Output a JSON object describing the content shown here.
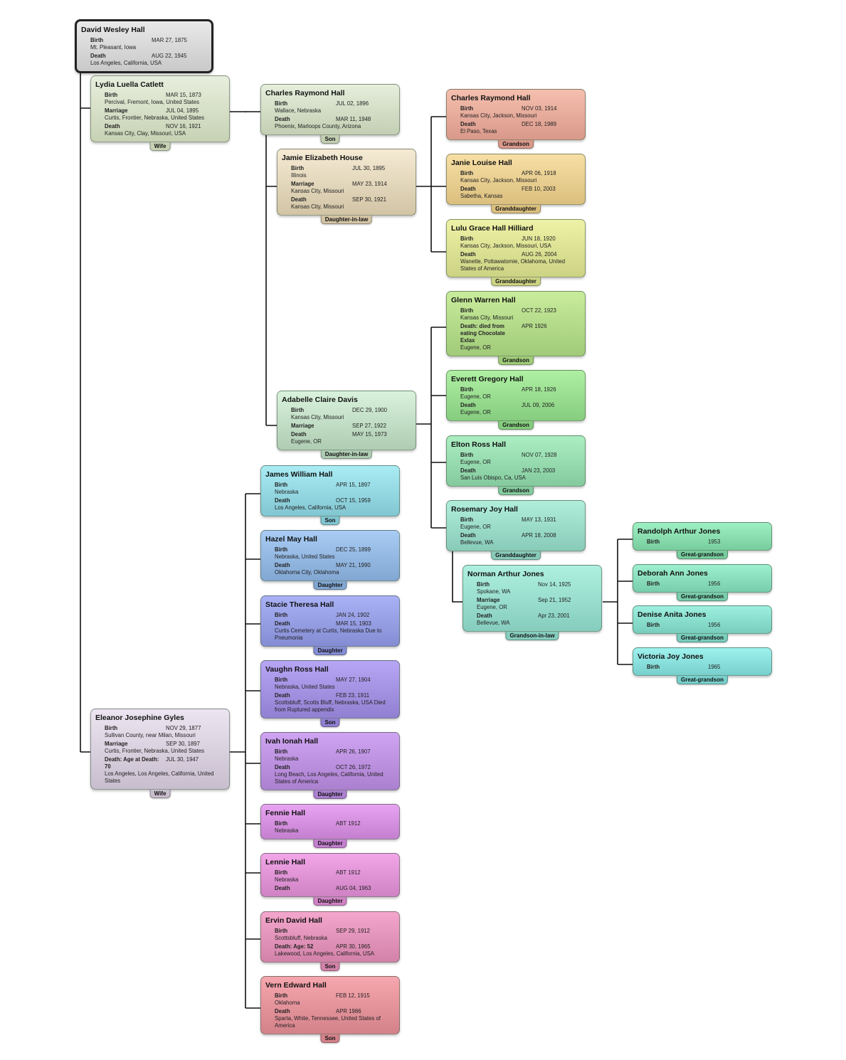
{
  "people": [
    {
      "id": "david",
      "name": "David Wesley Hall",
      "bg": "#e9e9e9",
      "bg2": "#c9c9c9",
      "root": true,
      "events": [
        {
          "label": "Birth",
          "date": "MAR 27, 1875",
          "place": "Mt. Pleasant, Iowa"
        },
        {
          "label": "Death",
          "date": "AUG 22, 1945",
          "place": "Los Angeles, California, USA"
        }
      ]
    },
    {
      "id": "lydia",
      "name": "Lydia Luella Catlett",
      "relation": "Wife",
      "bg": "#e8eedd",
      "bg2": "#c7d2b4",
      "events": [
        {
          "label": "Birth",
          "date": "MAR 15, 1873",
          "place": "Percival, Fremont, Iowa, United States"
        },
        {
          "label": "Marriage",
          "date": "JUL 04, 1895",
          "place": "Curtis, Frontier, Nebraska, United States"
        },
        {
          "label": "Death",
          "date": "NOV 16, 1921",
          "place": "Kansas City, Clay, Missouri, USA"
        }
      ]
    },
    {
      "id": "eleanor",
      "name": "Eleanor Josephine Gyles",
      "relation": "Wife",
      "bg": "#ece5f1",
      "bg2": "#c8bece",
      "events": [
        {
          "label": "Birth",
          "date": "NOV 29, 1877",
          "place": "Sullivan County, near Milan, Missouri"
        },
        {
          "label": "Marriage",
          "date": "SEP 30, 1897",
          "place": "Curtis, Frontier, Nebraska, United States"
        },
        {
          "label": "Death: Age at Death: 70",
          "date": "JUL 30, 1947",
          "place": "Los Angeles, Los Angeles, California, United States"
        }
      ]
    },
    {
      "id": "charles",
      "name": "Charles Raymond Hall",
      "relation": "Son",
      "bg": "#e6eedc",
      "bg2": "#c3cfb3",
      "events": [
        {
          "label": "Birth",
          "date": "JUL 02, 1896",
          "place": "Wallace, Nebraska"
        },
        {
          "label": "Death",
          "date": "MAR 11, 1948",
          "place": "Phoenix, Marloops County, Arizona"
        }
      ]
    },
    {
      "id": "jamie",
      "name": "Jamie Elizabeth House",
      "relation": "Daughter-in-law",
      "bg": "#f5ebd4",
      "bg2": "#d2c4a5",
      "events": [
        {
          "label": "Birth",
          "date": "JUL 30, 1895",
          "place": "Illinois"
        },
        {
          "label": "Marriage",
          "date": "MAY 23, 1914",
          "place": "Kansas City, Missouri"
        },
        {
          "label": "Death",
          "date": "SEP 30, 1921",
          "place": "Kansas City, Missouri"
        }
      ]
    },
    {
      "id": "adabelle",
      "name": "Adabelle Claire Davis",
      "relation": "Daughter-in-law",
      "bg": "#d9f2dc",
      "bg2": "#afcdb3",
      "events": [
        {
          "label": "Birth",
          "date": "DEC 29, 1900",
          "place": "Kansas City, Missouri"
        },
        {
          "label": "Marriage",
          "date": "SEP 27, 1922",
          "place": ""
        },
        {
          "label": "Death",
          "date": "MAY 15, 1973",
          "place": "Eugene, OR"
        }
      ]
    },
    {
      "id": "charles2",
      "name": "Charles Raymond Hall",
      "relation": "Grandson",
      "bg": "#f5bfae",
      "bg2": "#d9998a",
      "events": [
        {
          "label": "Birth",
          "date": "NOV 03, 1914",
          "place": "Kansas City, Jackson, Missouri"
        },
        {
          "label": "Death",
          "date": "DEC 18, 1989",
          "place": "El Paso, Texas"
        }
      ]
    },
    {
      "id": "janie",
      "name": "Janie Louise Hall",
      "relation": "Granddaughter",
      "bg": "#f7dfa4",
      "bg2": "#dbbf7f",
      "events": [
        {
          "label": "Birth",
          "date": "APR 06, 1918",
          "place": "Kansas City, Jackson, Missouri"
        },
        {
          "label": "Death",
          "date": "FEB 10, 2003",
          "place": "Sabetha, Kansas"
        }
      ]
    },
    {
      "id": "lulu",
      "name": "Lulu Grace Hall Hilliard",
      "relation": "Granddaughter",
      "bg": "#eef2a6",
      "bg2": "#ccd383",
      "events": [
        {
          "label": "Birth",
          "date": "JUN 18, 1920",
          "place": "Kansas City, Jackson, Missouri, USA"
        },
        {
          "label": "Death",
          "date": "AUG 26, 2004",
          "place": "Wanette, Pottawatomie, Oklahoma, United States of America"
        }
      ]
    },
    {
      "id": "glenn",
      "name": "Glenn Warren Hall",
      "relation": "Grandson",
      "bg": "#c9ec9c",
      "bg2": "#a0cb79",
      "events": [
        {
          "label": "Birth",
          "date": "OCT 22, 1923",
          "place": "Kansas City, Missouri"
        },
        {
          "label": "Death: died from eating Chocolate Exlax",
          "date": "APR  1926",
          "place": "Eugene, OR"
        }
      ]
    },
    {
      "id": "everett",
      "name": "Everett Gregory Hall",
      "relation": "Grandson",
      "bg": "#aff0a3",
      "bg2": "#86cd7f",
      "events": [
        {
          "label": "Birth",
          "date": "APR 18, 1926",
          "place": "Eugene, OR"
        },
        {
          "label": "Death",
          "date": "JUL 09, 2006",
          "place": "Eugene, OR"
        }
      ]
    },
    {
      "id": "elton",
      "name": "Elton Ross Hall",
      "relation": "Grandson",
      "bg": "#abeec2",
      "bg2": "#84ca9e",
      "events": [
        {
          "label": "Birth",
          "date": "NOV 07, 1928",
          "place": "Eugene, OR"
        },
        {
          "label": "Death",
          "date": "JAN 23, 2003",
          "place": "San Luis Obispo, Ca, USA"
        }
      ]
    },
    {
      "id": "rosemary",
      "name": "Rosemary Joy Hall",
      "relation": "Granddaughter",
      "bg": "#b0eedb",
      "bg2": "#88cbb8",
      "events": [
        {
          "label": "Birth",
          "date": "MAY 13, 1931",
          "place": "Eugene, OR"
        },
        {
          "label": "Death",
          "date": "APR 18, 2008",
          "place": "Bellevue, WA"
        }
      ]
    },
    {
      "id": "norman",
      "name": "Norman Arthur Jones",
      "relation": "Grandson-in-law",
      "bg": "#aef0e0",
      "bg2": "#86cdbd",
      "events": [
        {
          "label": "Birth",
          "date": "Nov 14, 1925",
          "place": "Spokane, WA"
        },
        {
          "label": "Marriage",
          "date": "Sep 21, 1952",
          "place": "Eugene, OR"
        },
        {
          "label": "Death",
          "date": "Apr 23, 2001",
          "place": "Bellevue, WA"
        }
      ]
    },
    {
      "id": "randolph",
      "name": "Randolph Arthur Jones",
      "relation": "Great-grandson",
      "bg": "#9ef0c2",
      "bg2": "#78cd9e",
      "events": [
        {
          "label": "Birth",
          "date": "1953",
          "place": ""
        }
      ]
    },
    {
      "id": "deborah",
      "name": "Deborah Ann Jones",
      "relation": "Great-grandson",
      "bg": "#9ef0cf",
      "bg2": "#78cdac",
      "events": [
        {
          "label": "Birth",
          "date": "1956",
          "place": ""
        }
      ]
    },
    {
      "id": "denise",
      "name": "Denise Anita Jones",
      "relation": "Great-grandson",
      "bg": "#9ef0df",
      "bg2": "#78cdbc",
      "events": [
        {
          "label": "Birth",
          "date": "1956",
          "place": ""
        }
      ]
    },
    {
      "id": "victoria",
      "name": "Victoria Joy Jones",
      "relation": "Great-grandson",
      "bg": "#9ef2ee",
      "bg2": "#78cfcb",
      "events": [
        {
          "label": "Birth",
          "date": "1965",
          "place": ""
        }
      ]
    },
    {
      "id": "james",
      "name": "James William Hall",
      "relation": "Son",
      "bg": "#a9ecf4",
      "bg2": "#82c6d2",
      "events": [
        {
          "label": "Birth",
          "date": "APR 15, 1897",
          "place": "Nebraska"
        },
        {
          "label": "Death",
          "date": "OCT 15, 1959",
          "place": "Los Angeles, California, USA"
        }
      ]
    },
    {
      "id": "hazel",
      "name": "Hazel May Hall",
      "relation": "Daughter",
      "bg": "#a8ccf4",
      "bg2": "#82a7d2",
      "events": [
        {
          "label": "Birth",
          "date": "DEC 25, 1899",
          "place": "Nebraska, United States"
        },
        {
          "label": "Death",
          "date": "MAY 21, 1990",
          "place": "Oklahoma City, Oklahoma"
        }
      ]
    },
    {
      "id": "stacie",
      "name": "Stacie Theresa Hall",
      "relation": "Daughter",
      "bg": "#aab2f6",
      "bg2": "#848cd3",
      "events": [
        {
          "label": "Birth",
          "date": "JAN 24, 1902",
          "place": ""
        },
        {
          "label": "Death",
          "date": "MAR 15, 1903",
          "place": "Curtis Cemetery at Curtis, Nebraska Due to Pneumonia"
        }
      ]
    },
    {
      "id": "vaughn",
      "name": "Vaughn Ross Hall",
      "relation": "Son",
      "bg": "#b6a6f4",
      "bg2": "#9180d1",
      "events": [
        {
          "label": "Birth",
          "date": "MAY 27, 1904",
          "place": "Nebraska, United States"
        },
        {
          "label": "Death",
          "date": "FEB 23, 1911",
          "place": "Scottsbluff, Scotts Bluff, Nebraska, USA Died from Ruptured appendix"
        }
      ]
    },
    {
      "id": "ivah",
      "name": "Ivah Ionah Hall",
      "relation": "Daughter",
      "bg": "#cfa4f2",
      "bg2": "#ab80cf",
      "events": [
        {
          "label": "Birth",
          "date": "APR 26, 1907",
          "place": "Nebraska"
        },
        {
          "label": "Death",
          "date": "OCT 26, 1972",
          "place": "Long Beach, Los Angeles, California, United States of America"
        }
      ]
    },
    {
      "id": "fennie",
      "name": "Fennie Hall",
      "relation": "Daughter",
      "bg": "#e8a4f2",
      "bg2": "#c480cf",
      "events": [
        {
          "label": "Birth",
          "date": "ABT  1912",
          "place": "Nebraska"
        }
      ]
    },
    {
      "id": "lennie",
      "name": "Lennie Hall",
      "relation": "Daughter",
      "bg": "#f2a6e8",
      "bg2": "#cf82c4",
      "events": [
        {
          "label": "Birth",
          "date": "ABT  1912",
          "place": "Nebraska"
        },
        {
          "label": "Death",
          "date": "AUG 04, 1963",
          "place": ""
        }
      ]
    },
    {
      "id": "ervin",
      "name": "Ervin David Hall",
      "relation": "Son",
      "bg": "#f4a6cc",
      "bg2": "#d282a8",
      "events": [
        {
          "label": "Birth",
          "date": "SEP 29, 1912",
          "place": "Scottsbluff, Nebraska"
        },
        {
          "label": "Death: Age: 52",
          "date": "APR 30, 1965",
          "place": "Lakewood, Los Angeles, California, USA"
        }
      ]
    },
    {
      "id": "vern",
      "name": "Vern Edward Hall",
      "relation": "Son",
      "bg": "#f6a6ae",
      "bg2": "#d4828a",
      "events": [
        {
          "label": "Birth",
          "date": "FEB 12, 1915",
          "place": "Oklahoma"
        },
        {
          "label": "Death",
          "date": "APR  1986",
          "place": "Sparta, White, Tennessee, United States of America"
        }
      ]
    }
  ]
}
